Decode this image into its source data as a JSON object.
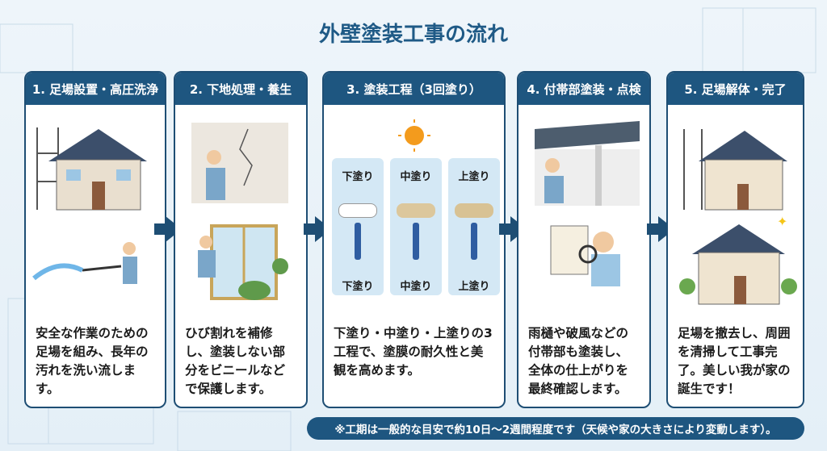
{
  "title": "外壁塗装工事の流れ",
  "steps": [
    {
      "header": "1. 足場設置・高圧洗浄",
      "text": "安全な作業のための足場を組み、長年の汚れを洗い流します。"
    },
    {
      "header": "2. 下地処理・養生",
      "text": "ひび割れを補修し、塗装しない部分をビニールなどで保護します。"
    },
    {
      "header": "3. 塗装工程（3回塗り）",
      "text": "下塗り・中塗り・上塗りの3工程で、塗膜の耐久性と美観を高めます。",
      "coats": [
        "下塗り",
        "中塗り",
        "上塗り"
      ]
    },
    {
      "header": "4. 付帯部塗装・点検",
      "text": "雨樋や破風などの付帯部も塗装し、全体の仕上がりを最終確認します。"
    },
    {
      "header": "5. 足場解体・完了",
      "text": "足場を撤去し、周囲を清掃して工事完了。美しい我が家の誕生です！"
    }
  ],
  "footnote": "※工期は一般的な目安で約10日〜2週間程度です（天候や家の大きさにより変動します）。",
  "colors": {
    "primary": "#1e5680",
    "accent": "#1f5a86"
  }
}
